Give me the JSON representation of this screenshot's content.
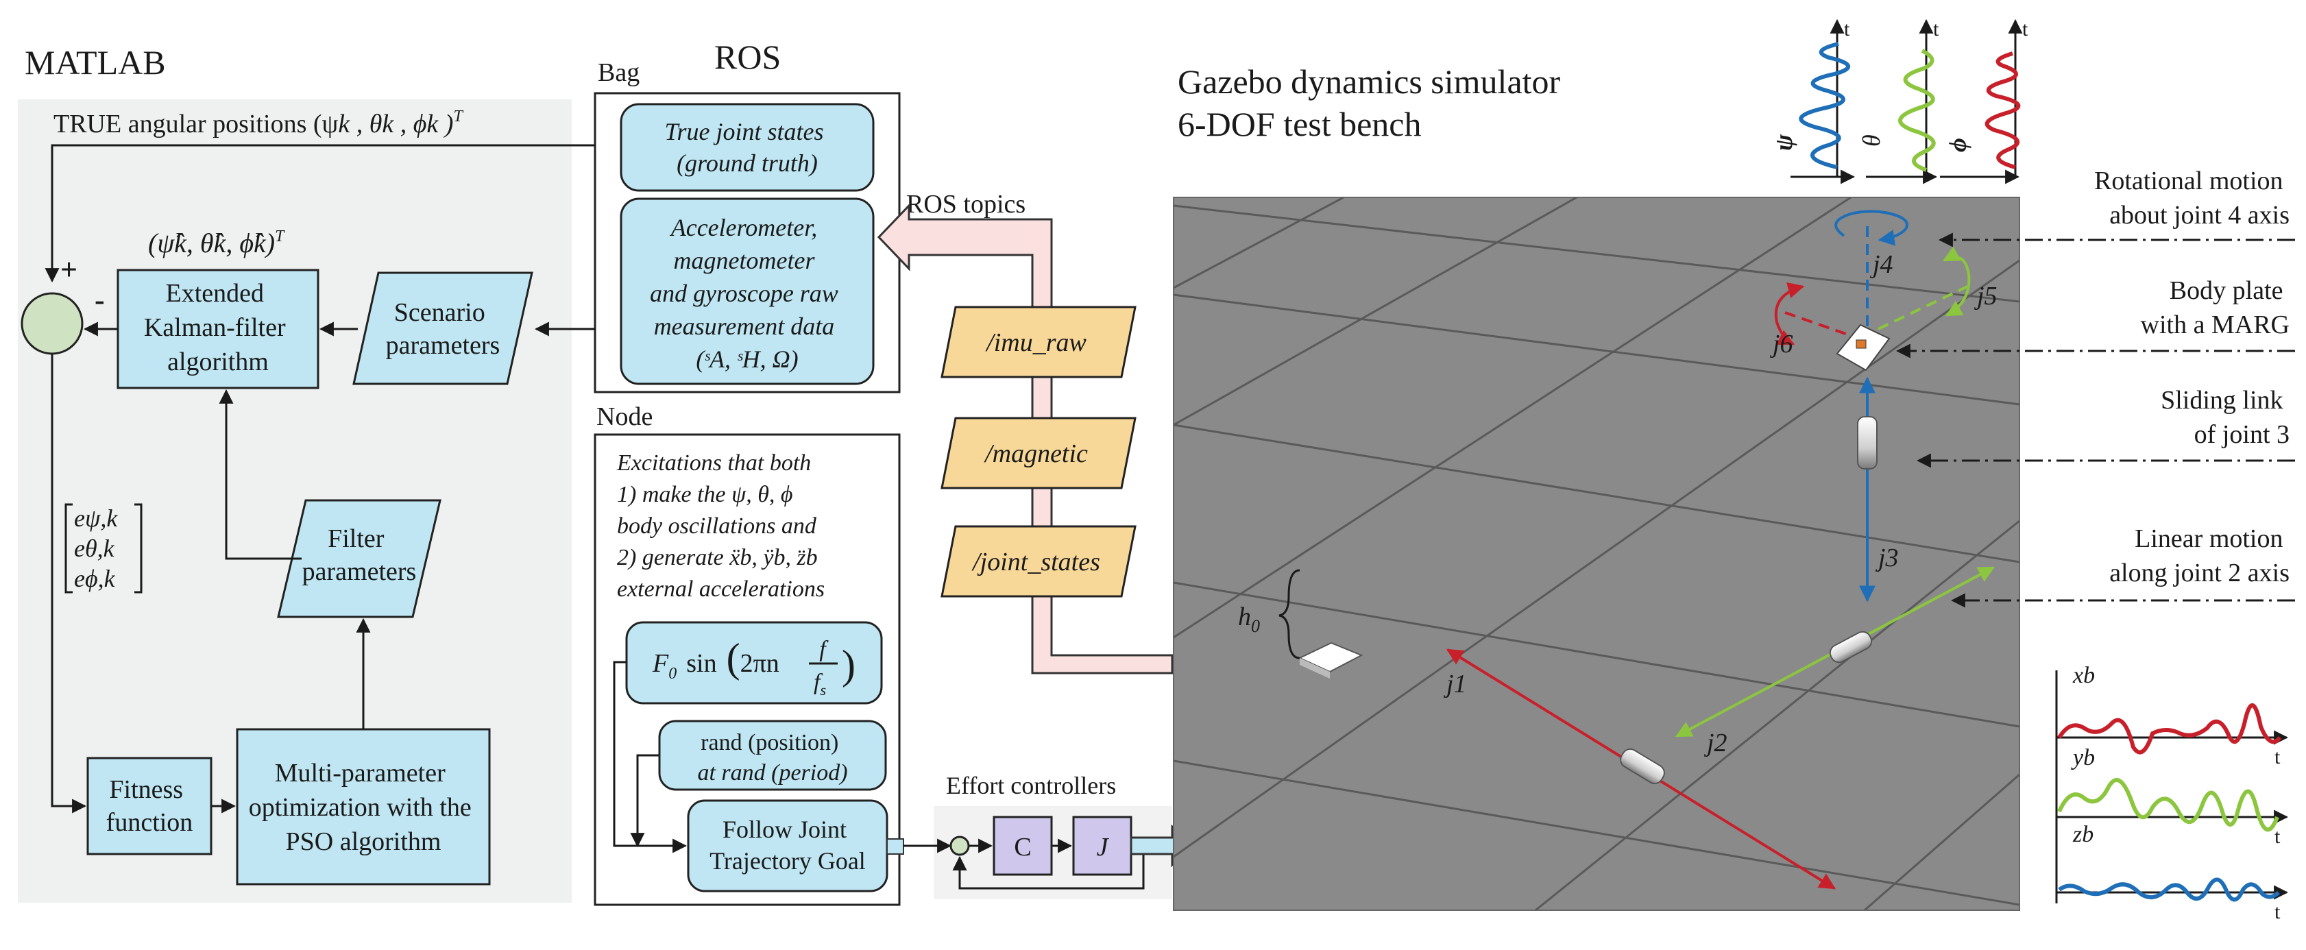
{
  "matlab": {
    "title": "MATLAB",
    "true_angular_label": "TRUE angular positions (ψ",
    "true_angular_rest": "k , θk , ϕk )",
    "true_angular_sup": "T",
    "estimate_label": "(ψ̂k, θ̂k, ϕ̂k)",
    "estimate_sup": "T",
    "plus": "+",
    "minus": "-",
    "ekf_lines": [
      "Extended",
      "Kalman-filter",
      "algorithm"
    ],
    "scenario_lines": [
      "Scenario",
      "parameters"
    ],
    "filter_lines": [
      "Filter",
      "parameters"
    ],
    "fitness_lines": [
      "Fitness",
      "function"
    ],
    "pso_lines": [
      "Multi-parameter",
      "optimization with the",
      "PSO algorithm"
    ],
    "error_vector": [
      "eψ,k",
      "eθ,k",
      "eϕ,k"
    ]
  },
  "ros": {
    "title": "ROS",
    "bag_label": "Bag",
    "true_joint_lines": [
      "True joint states",
      "(ground truth)"
    ],
    "imu_lines": [
      "Accelerometer,",
      "magnetometer",
      "and gyroscope raw",
      "measurement data",
      "(ˢA, ˢH, Ω)"
    ],
    "topics_label": "ROS topics",
    "topics": [
      "/imu_raw",
      "/magnetic",
      "/joint_states"
    ],
    "node_label": "Node",
    "excitation_lines": [
      "Excitations that both",
      "1) make the  ψ, θ, ϕ",
      "body oscillations and",
      "2) generate  ẍb, ÿb, z̈b",
      "external accelerations"
    ],
    "sine_formula": "F₀ sin ( 2πn f / fs )",
    "sine_parts": {
      "f0": "F",
      "f0_sub": "0",
      "sin": "sin",
      "two_pi_n": "2πn",
      "f": "f",
      "fs": "f",
      "fs_sub": "s"
    },
    "rand_lines": [
      "rand (position)",
      "at rand (period)"
    ],
    "follow_lines": [
      "Follow Joint",
      "Trajectory Goal"
    ],
    "effort_label": "Effort controllers",
    "ctrl_c": "C",
    "ctrl_j": "J"
  },
  "gazebo": {
    "title_lines": [
      "Gazebo dynamics simulator",
      "6-DOF test bench"
    ],
    "joints": [
      "j1",
      "j2",
      "j3",
      "j4",
      "j5",
      "j6"
    ],
    "h0": "h",
    "h0_sub": "0",
    "callouts": [
      [
        "Rotational motion",
        "about joint 4 axis"
      ],
      [
        "Body plate",
        "with a MARG"
      ],
      [
        "Sliding link",
        "of joint 3"
      ],
      [
        "Linear motion",
        "along joint 2 axis"
      ]
    ],
    "top_plots": {
      "labels": [
        "ψ",
        "θ",
        "ϕ"
      ],
      "time": "t"
    },
    "right_plots": {
      "labels": [
        "xb",
        "yb",
        "zb"
      ],
      "time": "t"
    }
  },
  "colors": {
    "box_fill": "#bfe6f2",
    "panel_fill": "#eef1f0",
    "topic_fill": "#f8d898",
    "ctrl_fill": "#cfc8ec",
    "sum_fill": "#cfe3c2",
    "ros_arrow": "#fbe0e0",
    "floor": "#8a8a8a",
    "blue": "#1f6fb8",
    "green": "#8cc63f",
    "red": "#c8202a"
  }
}
